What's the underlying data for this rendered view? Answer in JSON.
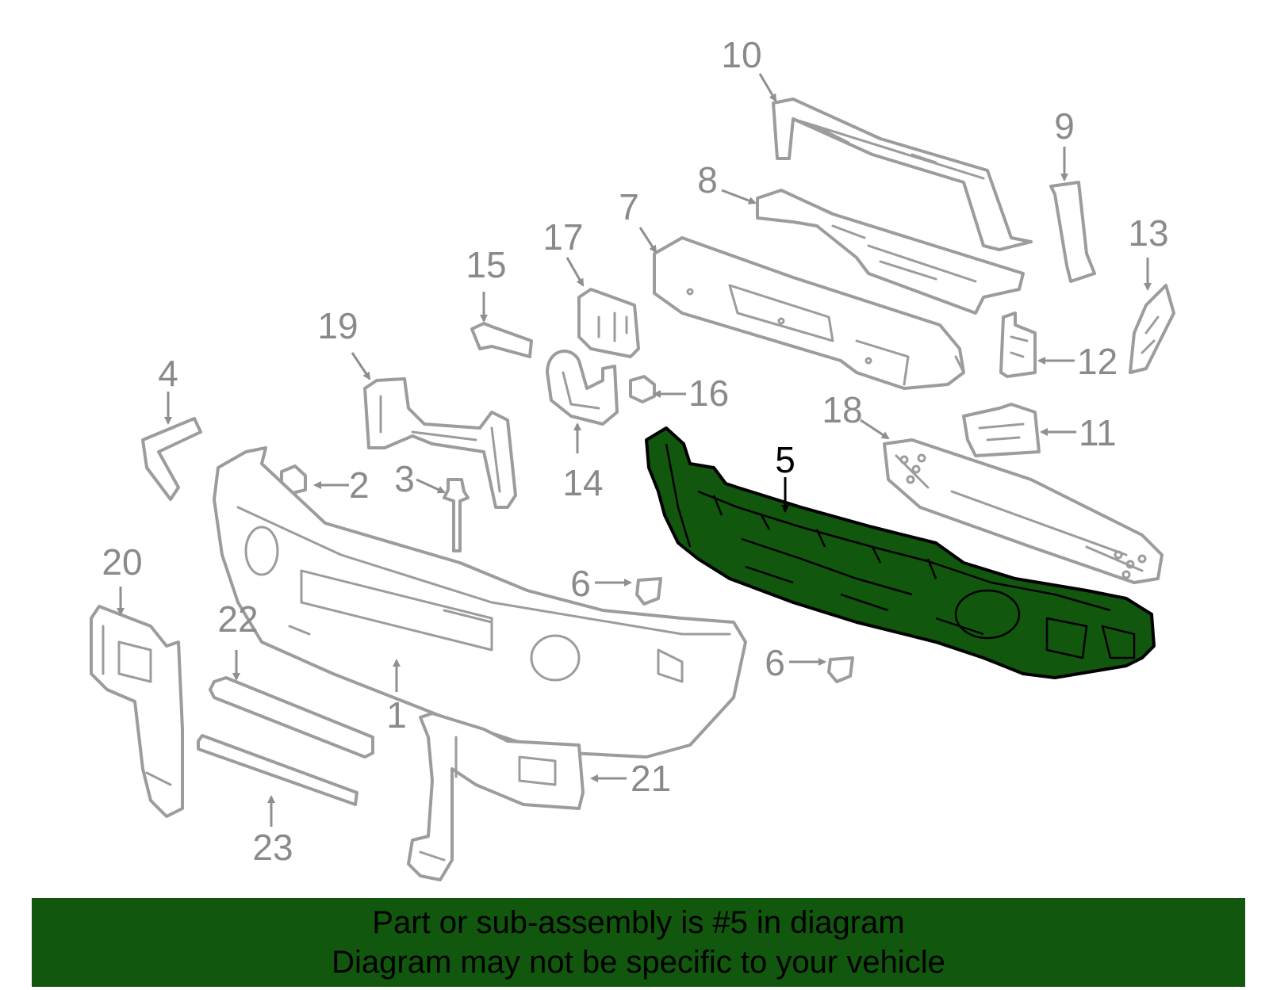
{
  "callouts": {
    "c1": "1",
    "c2": "2",
    "c3": "3",
    "c4": "4",
    "c5": "5",
    "c6a": "6",
    "c6b": "6",
    "c7": "7",
    "c8": "8",
    "c9": "9",
    "c10": "10",
    "c11": "11",
    "c12": "12",
    "c13": "13",
    "c14": "14",
    "c15": "15",
    "c16": "16",
    "c17": "17",
    "c18": "18",
    "c19": "19",
    "c20": "20",
    "c21": "21",
    "c22": "22",
    "c23": "23"
  },
  "highlighted_part": "5",
  "highlight_color": "#11570d",
  "banner": {
    "line1": "Part or sub-assembly is #5 in diagram",
    "line2": "Diagram may not be specific to your vehicle"
  }
}
